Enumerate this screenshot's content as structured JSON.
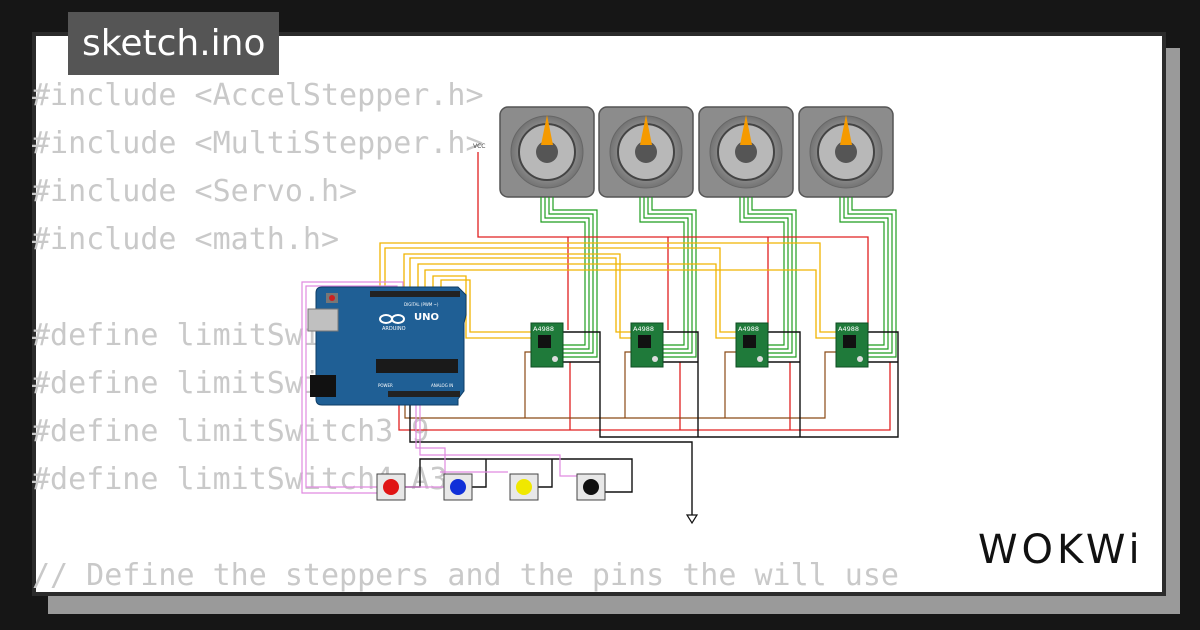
{
  "title": "sketch.ino",
  "brand": "WOKWi",
  "code_lines": [
    "#include <AccelStepper.h>",
    "#include <MultiStepper.h>",
    "#include <Servo.h>",
    "#include <math.h>",
    "",
    "#define limitSwitch1 11",
    "#define limitSwitch2 10",
    "#define limitSwitch3 9",
    "#define limitSwitch4 A3",
    "",
    "// Define the steppers and the pins the will use"
  ],
  "board": {
    "name": "UNO",
    "maker": "ARDUINO",
    "digital_label": "DIGITAL (PWM ~)",
    "power_label": "POWER",
    "analog_label": "ANALOG IN"
  },
  "driver_label": "A4988",
  "vcc_label": "VCC",
  "colors": {
    "wire_red": "#e02020",
    "wire_green": "#1e9e1e",
    "wire_yellow": "#f0b400",
    "wire_brown": "#8b4a16",
    "wire_black": "#111111",
    "wire_pink": "#e08ae0",
    "board_blue": "#1f5f95",
    "driver_green": "#1f7a3a",
    "motor_body": "#8a8a8a",
    "needle": "#f59a00"
  },
  "buttons": [
    {
      "color": "#e01515",
      "icon": "push-button"
    },
    {
      "color": "#1030d8",
      "icon": "push-button"
    },
    {
      "color": "#f0e800",
      "icon": "push-button"
    },
    {
      "color": "#111111",
      "icon": "push-button"
    }
  ]
}
